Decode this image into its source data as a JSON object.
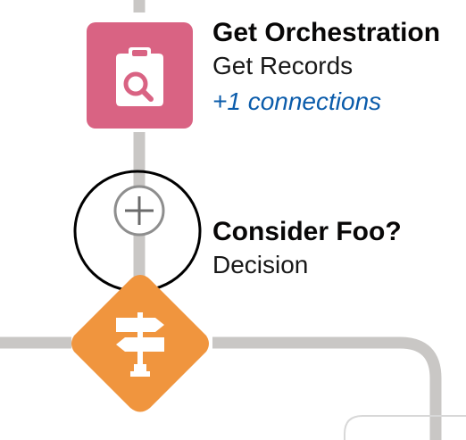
{
  "flow": {
    "get_records_element": {
      "title": "Get Orchestration",
      "type": "Get Records",
      "connections": "+1 connections",
      "icon": "clipboard-search-icon",
      "color": "#d96383"
    },
    "decision_element": {
      "title": "Consider Foo?",
      "type": "Decision",
      "icon": "signpost-icon",
      "color": "#f0953e"
    },
    "add_element_button": {
      "icon": "add-circle-icon"
    },
    "connector_color": "#c9c7c5"
  }
}
